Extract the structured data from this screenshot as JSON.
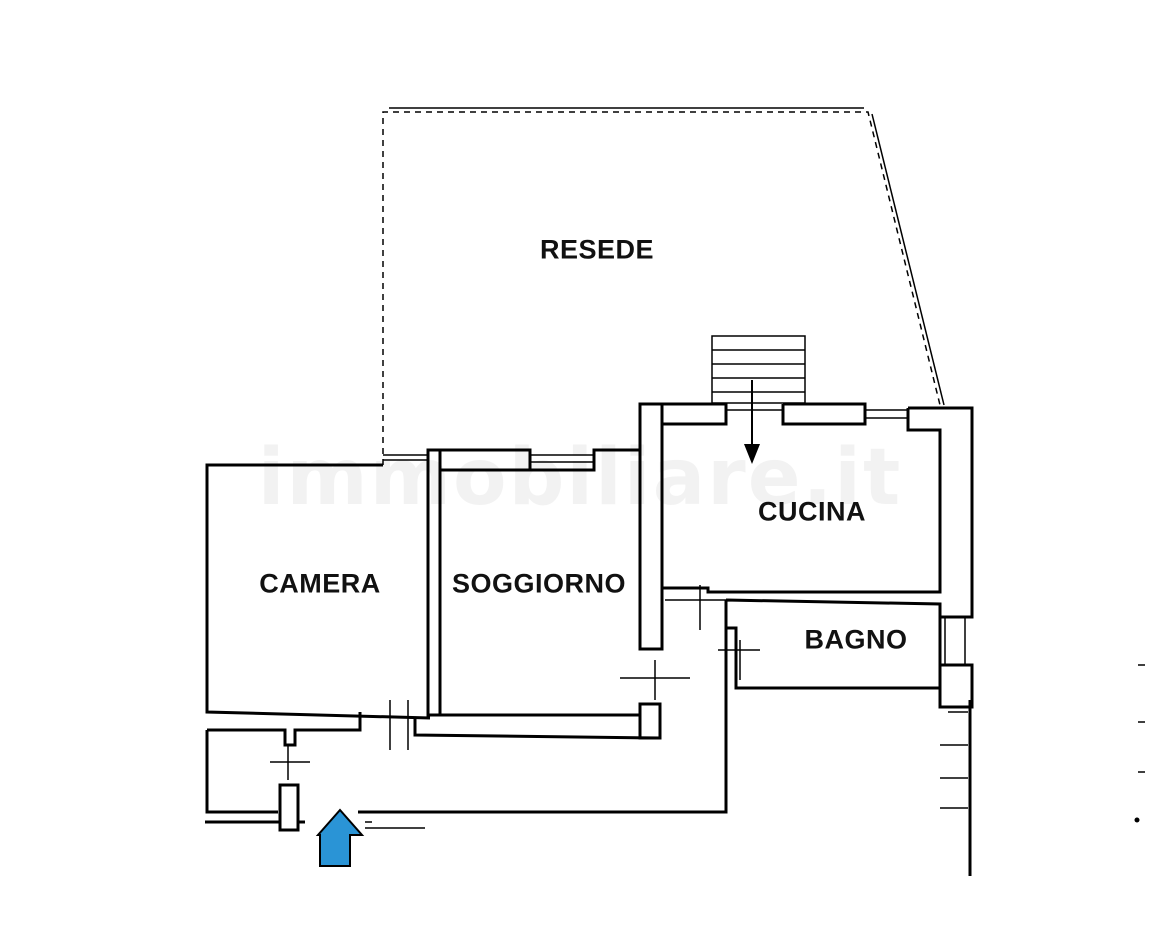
{
  "rooms": {
    "resede": "RESEDE",
    "cucina": "CUCINA",
    "camera": "CAMERA",
    "soggiorno": "SOGGIORNO",
    "bagno": "BAGNO"
  },
  "watermark": "immobiliare.it",
  "entrance_arrow": {
    "color": "#2a94d6",
    "icon": "arrow-up-icon"
  }
}
